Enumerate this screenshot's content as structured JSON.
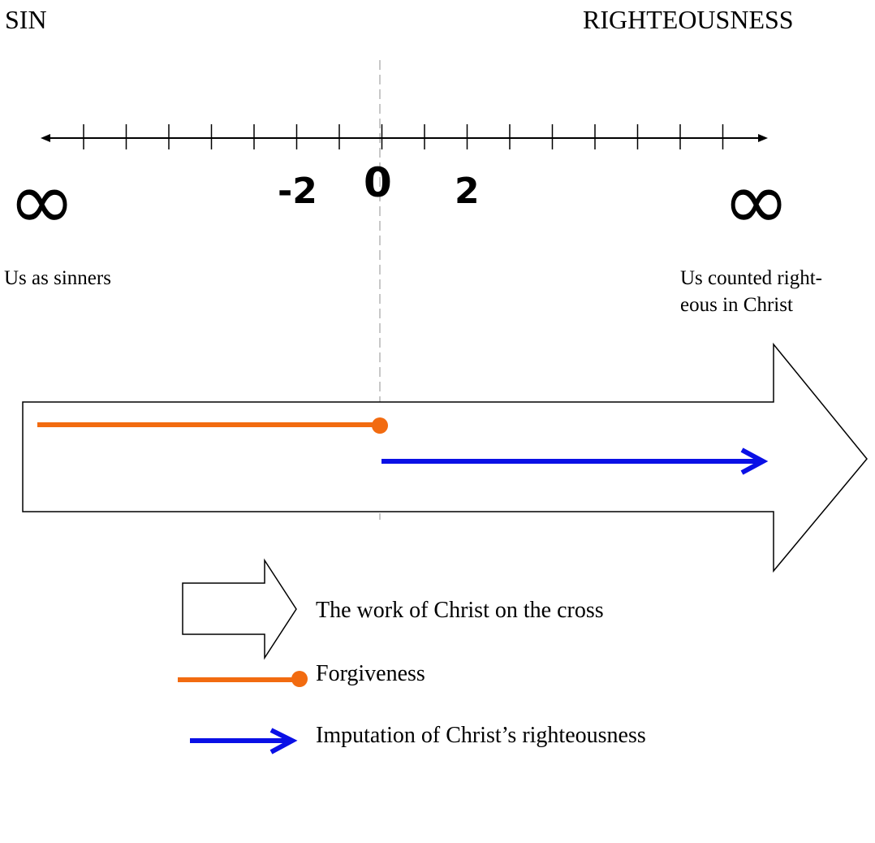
{
  "header": {
    "left": "SIN",
    "right": "RIGHTEOUSNESS"
  },
  "number_line": {
    "tick_labels": {
      "neg": "-2",
      "zero": "0",
      "pos": "2"
    },
    "infinity_symbol": "∞"
  },
  "notes": {
    "left": "Us as sinners",
    "right_line1": "Us counted right-",
    "right_line2": "eous in Christ"
  },
  "legend": {
    "cross": "The work of Christ on the cross",
    "forgiveness": "Forgiveness",
    "imputation": "Imputation of Christ’s righteousness"
  },
  "colors": {
    "forgiveness": "#f26b10",
    "imputation": "#0a10e6",
    "axis": "#000000",
    "divider": "#c8c8c8"
  }
}
